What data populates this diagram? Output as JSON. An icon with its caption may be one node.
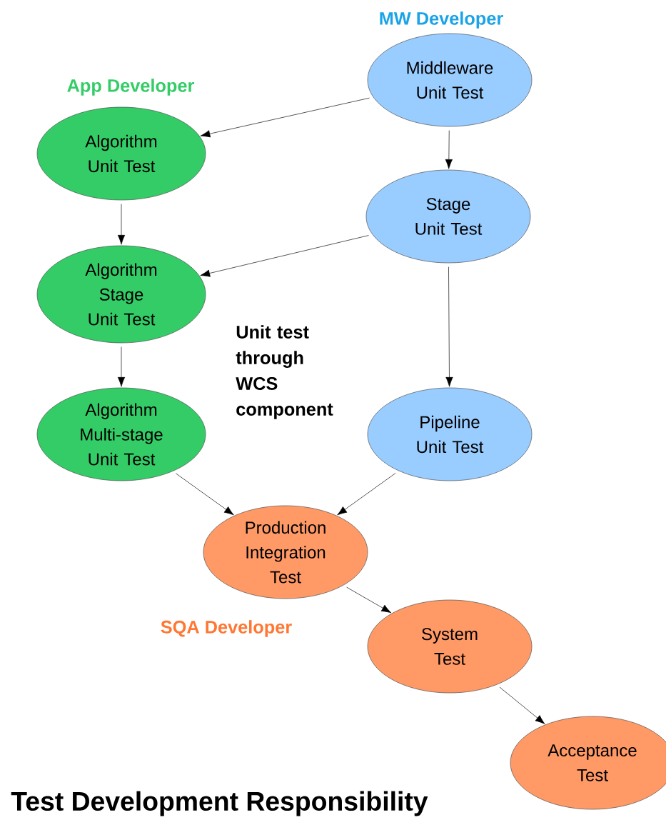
{
  "diagram": {
    "title": "Test Development Responsibility",
    "nodes": [
      {
        "text": [
          "Middleware Unit Test"
        ]
      },
      {
        "text": [
          "Algorithm Unit Test"
        ]
      },
      {
        "text": [
          "Stage Unit Test"
        ]
      },
      {
        "text": [
          "Algorithm Stage Unit Test"
        ]
      },
      {
        "text": [
          "Algorithm Multi-stage Unit Test"
        ]
      },
      {
        "text": [
          "Pipeline Unit Test"
        ]
      },
      {
        "text": [
          "Production Integration Test"
        ]
      },
      {
        "text": [
          "System Test"
        ]
      },
      {
        "text": [
          "Acceptance Test"
        ]
      }
    ],
    "edges": [
      {
        "from": 0,
        "to": 1,
        "arrow": "to"
      },
      {
        "from": 0,
        "to": 2,
        "arrow": "to"
      },
      {
        "from": 1,
        "to": 3,
        "arrow": "to"
      },
      {
        "from": 2,
        "to": 3,
        "arrow": "to"
      },
      {
        "from": 3,
        "to": 4,
        "arrow": "to"
      },
      {
        "from": 2,
        "to": 5,
        "arrow": "to"
      },
      {
        "from": 4,
        "to": 6,
        "arrow": "to"
      },
      {
        "from": 5,
        "to": 6,
        "arrow": "to"
      },
      {
        "from": 6,
        "to": 7,
        "arrow": "to"
      },
      {
        "from": 7,
        "to": 8,
        "arrow": "to"
      }
    ],
    "labels": [
      "MW Developer",
      "App Developer",
      "Unit test through WCS component",
      "SQA Developer"
    ]
  }
}
